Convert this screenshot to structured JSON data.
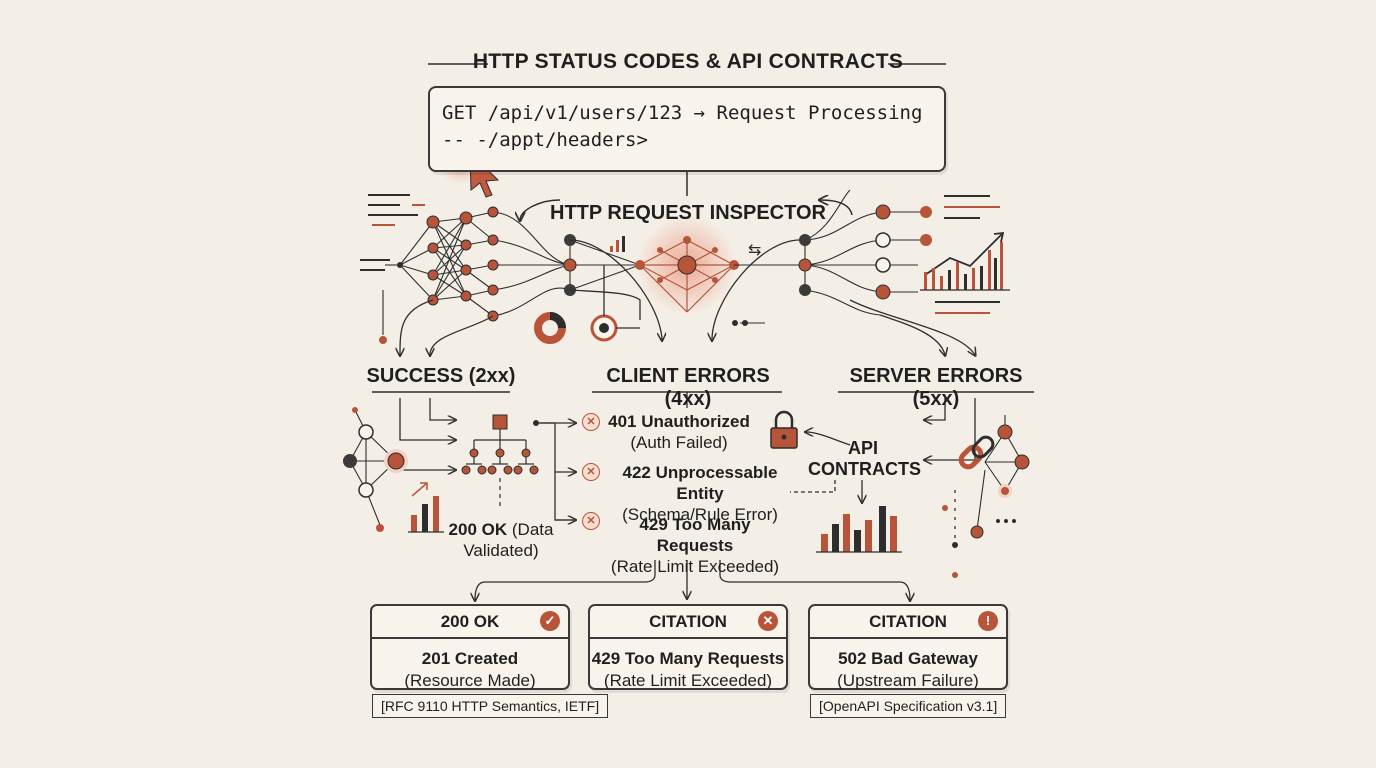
{
  "title": "HTTP STATUS CODES & API CONTRACTS",
  "request": {
    "line1": "GET /api/v1/users/123 → Request Processing",
    "line2": "-- -/appt/headers>"
  },
  "inspector_label": "HTTP REQUEST INSPECTOR",
  "categories": {
    "success": "SUCCESS (2xx)",
    "client": "CLIENT ERRORS (4xx)",
    "server": "SERVER ERRORS (5xx)"
  },
  "success_code": {
    "code": "200 OK",
    "detail_a": "(Data",
    "detail_b": "Validated)"
  },
  "client_codes": [
    {
      "code": "401 Unauthorized",
      "detail": "(Auth Failed)"
    },
    {
      "code": "422 Unprocessable Entity",
      "detail": "(Schema/Rule Error)"
    },
    {
      "code": "429 Too Many Requests",
      "detail": "(Rate Limit Exceeded)"
    }
  ],
  "api_contracts": {
    "line1": "API",
    "line2": "CONTRACTS"
  },
  "cards": [
    {
      "header": "200 OK",
      "badge": "✓",
      "code": "201 Created",
      "detail": "(Resource Made)",
      "citation": "[RFC 9110 HTTP Semantics, IETF]"
    },
    {
      "header": "CITATION",
      "badge": "✕",
      "code": "429 Too Many Requests",
      "detail": "(Rate Limit Exceeded)",
      "citation": ""
    },
    {
      "header": "CITATION",
      "badge": "!",
      "code": "502 Bad Gateway",
      "detail": "(Upstream Failure)",
      "citation": "[OpenAPI Specification v3.1]"
    }
  ],
  "icons": {
    "cursor": "cursor-icon",
    "lock": "lock-icon",
    "chain": "chain-link-icon",
    "swap": "swap-arrows-icon",
    "error": "x-circle-icon",
    "success": "check-circle-icon",
    "warning": "exclamation-circle-icon"
  },
  "colors": {
    "accent": "#b8543a",
    "ink": "#2e2e2e",
    "background": "#f4efe6"
  }
}
